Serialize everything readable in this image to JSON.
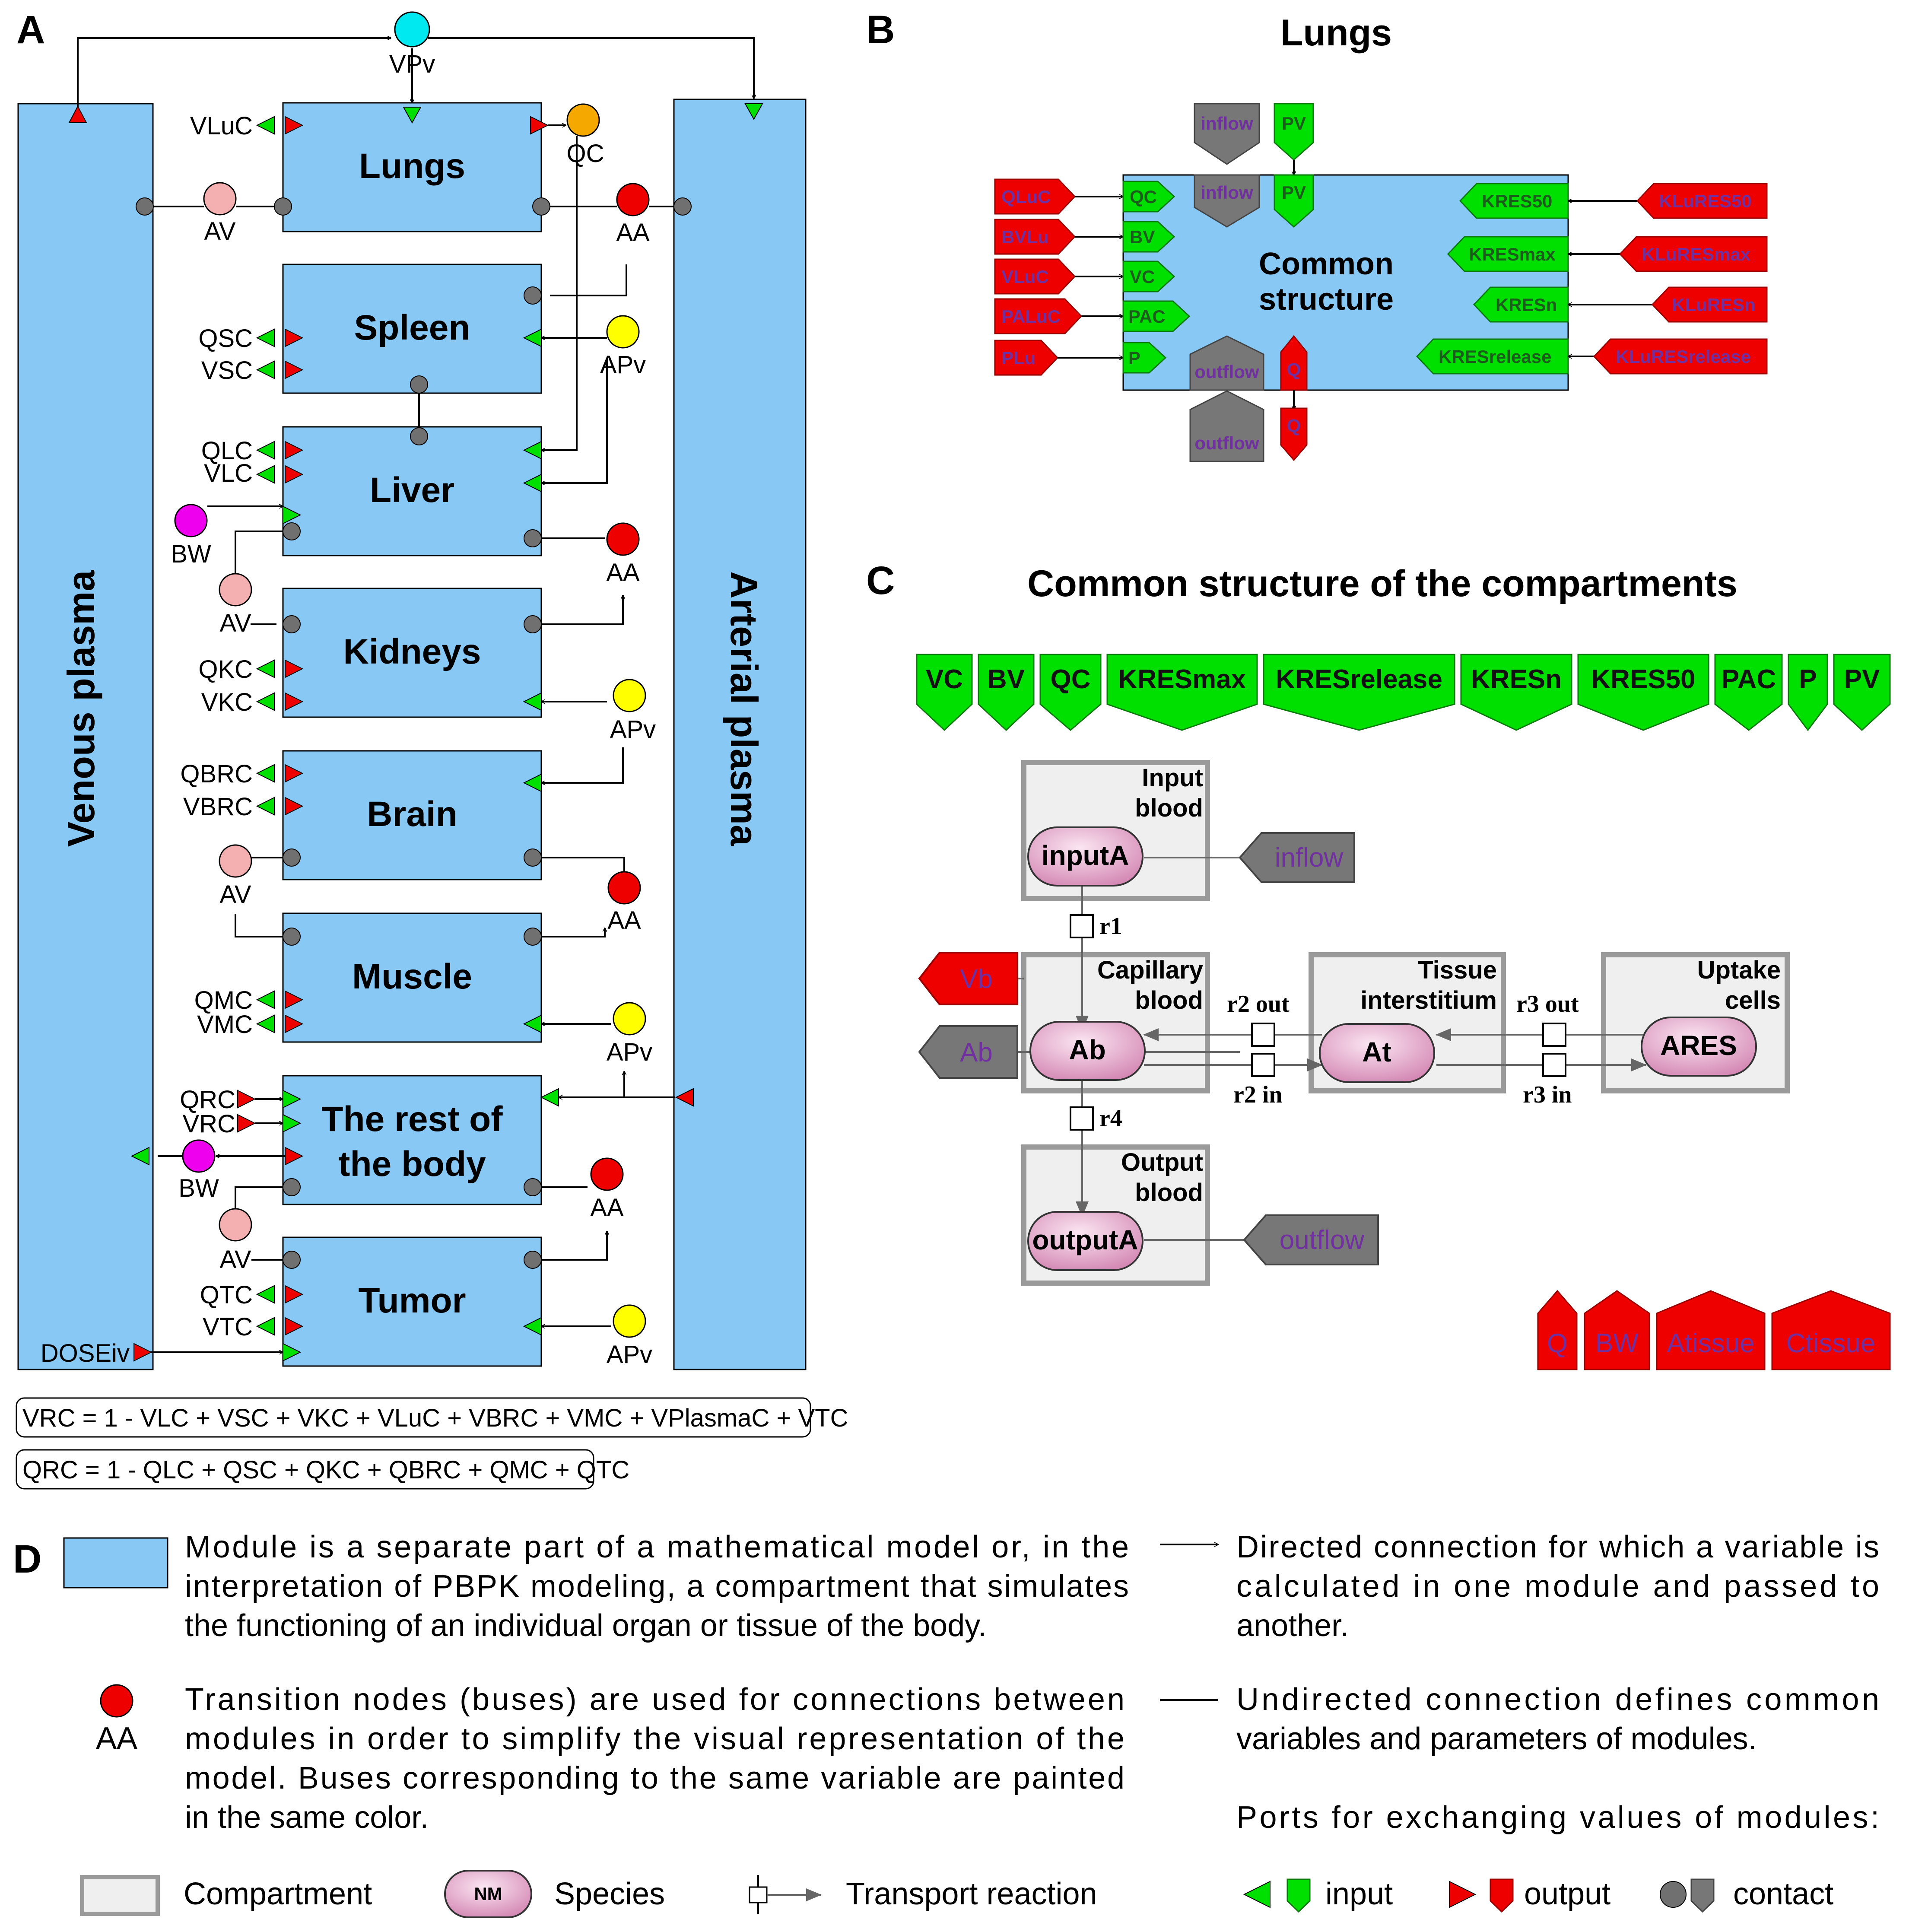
{
  "panels": {
    "a": "A",
    "b": "B",
    "c": "C",
    "d": "D"
  },
  "panel_a": {
    "venous": "Venous plasma",
    "arterial": "Arterial plasma",
    "modules": {
      "lungs": "Lungs",
      "spleen": "Spleen",
      "liver": "Liver",
      "kidneys": "Kidneys",
      "brain": "Brain",
      "muscle": "Muscle",
      "rest_1": "The rest of",
      "rest_2": "the body",
      "tumor": "Tumor"
    },
    "labels": {
      "vpv": "VPv",
      "qc": "QC",
      "av": "AV",
      "aa": "AA",
      "apv": "APv",
      "bw": "BW",
      "vluc": "VLuC",
      "qsc": "QSC",
      "vsc": "VSC",
      "qlc": "QLC",
      "vlc": "VLC",
      "qkc": "QKC",
      "vkc": "VKC",
      "qbrc": "QBRC",
      "vbrc": "VBRC",
      "qmc": "QMC",
      "vmc": "VMC",
      "qrc": "QRC",
      "vrc": "VRC",
      "qtc": "QTC",
      "vtc": "VTC",
      "doseiv": "DOSEiv"
    },
    "formula_vrc": "VRC = 1 - VLC + VSC + VKC + VLuC + VBRC + VMC + VPlasmaC + VTC",
    "formula_qrc": "QRC = 1 - QLC + QSC + QKC + QBRC + QMC + QTC"
  },
  "panel_b": {
    "title": "Lungs",
    "center_1": "Common",
    "center_2": "structure",
    "inflow": "inflow",
    "outflow": "outflow",
    "pv": "PV",
    "q": "Q",
    "left_outer": [
      "QLuC",
      "BVLu",
      "VLuC",
      "PALuC",
      "PLu"
    ],
    "left_inner": [
      "QC",
      "BV",
      "VC",
      "PAC",
      "P"
    ],
    "right_inner": [
      "KRES50",
      "KRESmax",
      "KRESn",
      "KRESrelease"
    ],
    "right_outer": [
      "KLuRES50",
      "KLuRESmax",
      "KLuRESn",
      "KLuRESrelease"
    ]
  },
  "panel_c": {
    "title": "Common structure of the compartments",
    "top_ports": [
      "VC",
      "BV",
      "QC",
      "KRESmax",
      "KRESrelease",
      "KRESn",
      "KRES50",
      "PAC",
      "P",
      "PV"
    ],
    "bottom_ports": [
      "Q",
      "BW",
      "Atissue",
      "Ctissue"
    ],
    "compartments": {
      "input_1": "Input",
      "input_2": "blood",
      "capillary_1": "Capillary",
      "capillary_2": "blood",
      "tissue_1": "Tissue",
      "tissue_2": "interstitium",
      "uptake_1": "Uptake",
      "uptake_2": "cells",
      "output_1": "Output",
      "output_2": "blood"
    },
    "species": {
      "inputA": "inputA",
      "ab": "Ab",
      "at": "At",
      "ares": "ARES",
      "outputA": "outputA"
    },
    "reactions": {
      "r1": "r1",
      "r2out": "r2 out",
      "r2in": "r2 in",
      "r3out": "r3 out",
      "r3in": "r3 in",
      "r4": "r4"
    },
    "ports": {
      "inflow": "inflow",
      "outflow": "outflow",
      "vb": "Vb",
      "ab": "Ab"
    }
  },
  "panel_d": {
    "module_desc": [
      "Module is a separate part of a mathematical model or, in the",
      "interpretation of PBPK modeling, a compartment that simulates",
      "the functioning of an individual organ or tissue of the body."
    ],
    "bus_label": "AA",
    "bus_desc": [
      "Transition nodes (buses) are used for connections between",
      "modules in order to simplify the visual representation of the",
      "model. Buses corresponding to the same variable are painted",
      "in the same color."
    ],
    "directed_desc": [
      "Directed connection for which a variable is",
      "calculated in one module and passed to",
      "another."
    ],
    "undirected_desc": [
      "Undirected connection defines common",
      "variables and parameters of modules."
    ],
    "ports_title": "Ports for exchanging values of modules:",
    "compartment": "Compartment",
    "species_badge": "NM",
    "species": "Species",
    "transport": "Transport reaction",
    "input": "input",
    "output": "output",
    "contact": "contact"
  },
  "colors": {
    "module": "#88c8f4",
    "port_in": "#00e000",
    "port_out": "#ee0000",
    "contact": "#707070",
    "bus_av": "#f4b0b0",
    "bus_aa": "#ee0000",
    "bus_apv": "#ffff00",
    "bus_qc": "#f4a800",
    "bus_vpv": "#00e8f0",
    "bus_bw": "#ee00ee",
    "species": "#e8b0d0"
  }
}
